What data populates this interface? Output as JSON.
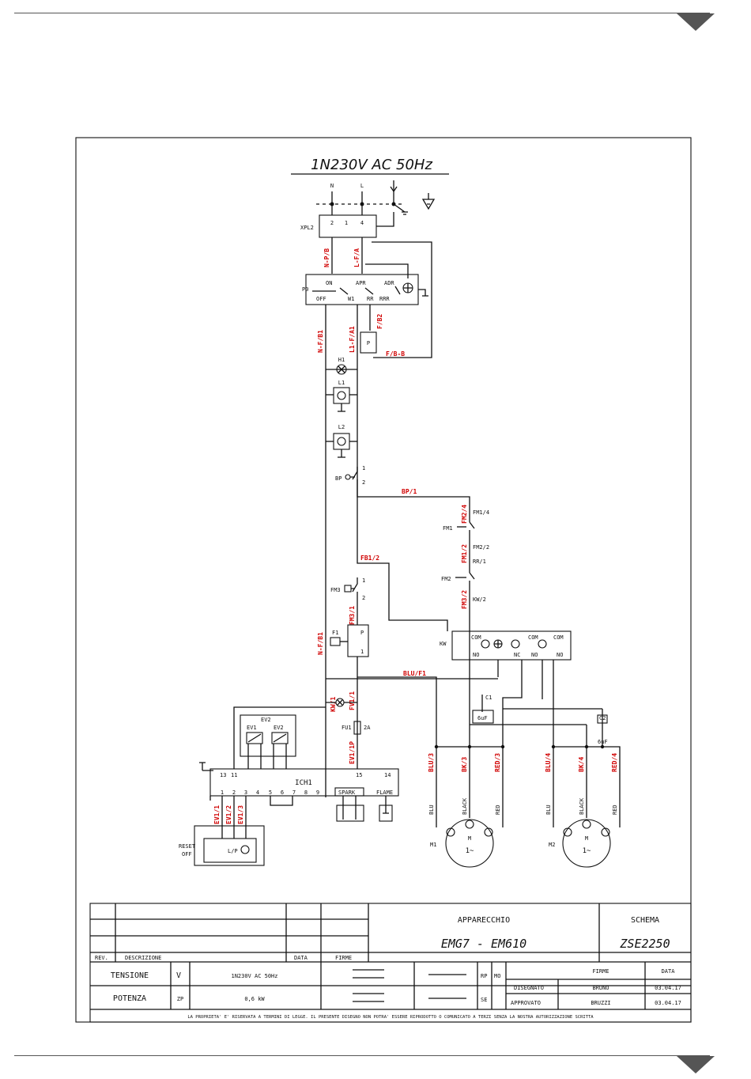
{
  "supply": {
    "title": "1N230V AC 50Hz",
    "n": "N",
    "l": "L"
  },
  "components": {
    "xpl": "XPL2",
    "xpl_pins": [
      "2",
      "1",
      "4"
    ],
    "s1_left": "P0",
    "s1_off": "OFF",
    "s1_on": "ON",
    "s1_apr": "APR",
    "s1_adr": "ADR",
    "s1_w": "W1",
    "s1_r": "RR",
    "s1_rr": "RRR",
    "h1": "H1",
    "l1": "L1",
    "l2": "L2",
    "bp": "BP",
    "bp1": "1",
    "bp2": "2",
    "fm1": "FM1",
    "fm2": "FM2",
    "fm3": "FM3",
    "fm3_1": "1",
    "fm3_2": "2",
    "fv": "F1",
    "fv_p": "P",
    "fv_1": "1",
    "kw": "KW",
    "kw_labels": [
      "NO",
      "NC",
      "NO",
      "NO"
    ],
    "kw_top": [
      "COM",
      "COM",
      "COM"
    ],
    "ev": "EV2",
    "ev_parts": [
      "EV1",
      "EV2"
    ],
    "ich": "ICH1",
    "ich_pins": [
      "1",
      "2",
      "3",
      "4",
      "5",
      "6",
      "7",
      "8",
      "9"
    ],
    "ich_top": [
      "13",
      "11",
      "15",
      "14"
    ],
    "spark": "SPARK",
    "flame": "FLAME",
    "reset": "RESET",
    "off": "OFF",
    "lfr": "L/P",
    "c1": "C1",
    "c2": "C2",
    "c1v": "6uF",
    "c2v": "6uF",
    "fu": "FU1",
    "fu_v": "2A",
    "m1": "M1",
    "m2": "M2",
    "m": "M",
    "ac": "1~",
    "motor_wires": [
      "BLU",
      "BLACK",
      "RED"
    ],
    "term_lbl": [
      "1",
      "2",
      "3"
    ]
  },
  "wire_labels": {
    "w1": "N-P/B",
    "w2": "L-F/A",
    "w3": "N-F/B1",
    "w4": "L1-F/A1",
    "w5": "F/B2",
    "w6": "F/B-B",
    "w7": "BP/1",
    "w8": "FM2/4",
    "w9": "FM1/2",
    "w10": "FM3/2",
    "w11": "FB1/2",
    "w12": "FV1/1",
    "w13": "N-F/B1",
    "w14": "BLU/F1",
    "w15": "EV1/2",
    "w16": "EV1/1P",
    "w17": "EV1/1",
    "w18": "EV1/2",
    "w19": "EV1/3",
    "w20": "BLU/3",
    "w21": "BK/3",
    "w22": "RED/3",
    "w23": "BLU/4",
    "w24": "BK/4",
    "w25": "RED/4",
    "w26": "BP/1",
    "w27": "FM1/4",
    "w28": "FM2/2",
    "w29": "RR/1",
    "w30": "FM3/1",
    "w31": "KW/2",
    "w32": "KW/1"
  },
  "title_block": {
    "rev_header": "REV.",
    "desc_header": "DESCRIZIONE",
    "date_header": "DATA",
    "sign_header": "FIRME",
    "apparecchio_label": "APPARECCHIO",
    "apparecchio_value": "EMG7 - EM610",
    "schema_label": "SCHEMA",
    "schema_value": "ZSE2250",
    "tensione_label": "TENSIONE",
    "tensione_unit": "V",
    "tensione_value": "1N230V AC 50Hz",
    "potenza_label": "POTENZA",
    "potenza_unit": "ZP",
    "potenza_value": "0,6 kW",
    "rp": "RP",
    "mo": "MO",
    "se": "SE",
    "firme": "FIRME",
    "data": "DATA",
    "disegnato": "DISEGNATO",
    "approvato": "APPROVATO",
    "dis_sign": "BRUNO",
    "app_sign": "BRUZZI",
    "dis_date": "03.04.17",
    "app_date": "03.04.17",
    "footer": "LA PROPRIETA' E' RISERVATA A TERMINI DI LEGGE. IL PRESENTE DISEGNO NON POTRA' ESSERE RIPRODOTTO O COMUNICATO A TERZI SENZA LA NOSTRA AUTORIZZAZIONE SCRITTA"
  }
}
